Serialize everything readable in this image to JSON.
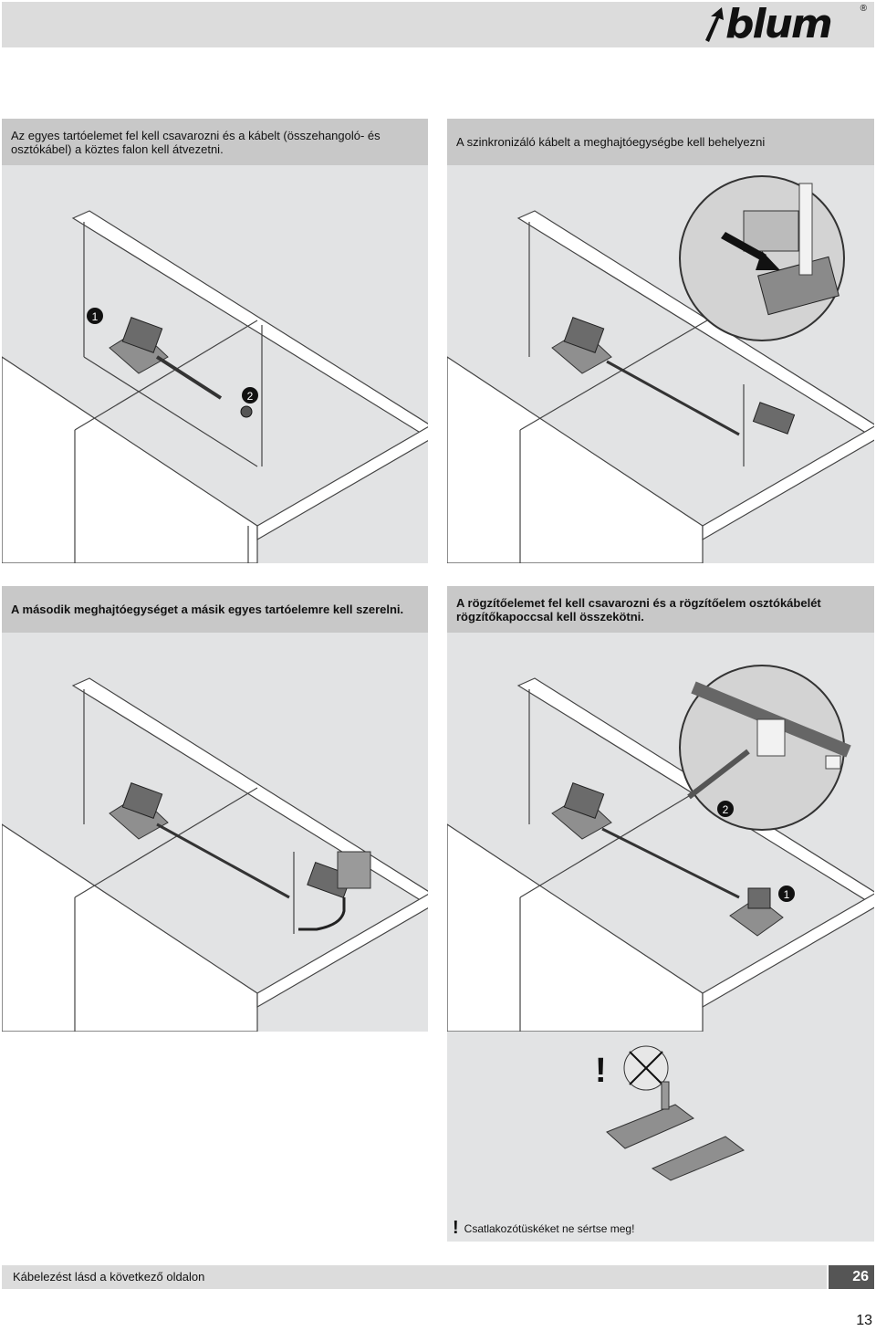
{
  "brand": {
    "name": "blum",
    "registered": "®"
  },
  "steps": [
    {
      "text": "Az egyes tartóelemet fel kell csavarozni és a kábelt (összehangoló- és osztókábel) a köztes falon kell átvezetni."
    },
    {
      "text": "A szinkronizáló kábelt a meghajtóegységbe kell behelyezni"
    },
    {
      "text": "A második meghajtóegységet a másik egyes tartóelemre kell szerelni."
    },
    {
      "text": "A rögzítőelemet fel kell csavarozni és a rögzítőelem osztókábelét rögzítőkapoccsal kell összekötni."
    }
  ],
  "callouts": {
    "one": "1",
    "two": "2"
  },
  "warning": {
    "mark": "!",
    "text": "Csatlakozótüskéket ne sértse meg!"
  },
  "footer": {
    "text": "Kábelezést lásd a következő oldalon",
    "page_ref": "26",
    "page_number": "13"
  }
}
